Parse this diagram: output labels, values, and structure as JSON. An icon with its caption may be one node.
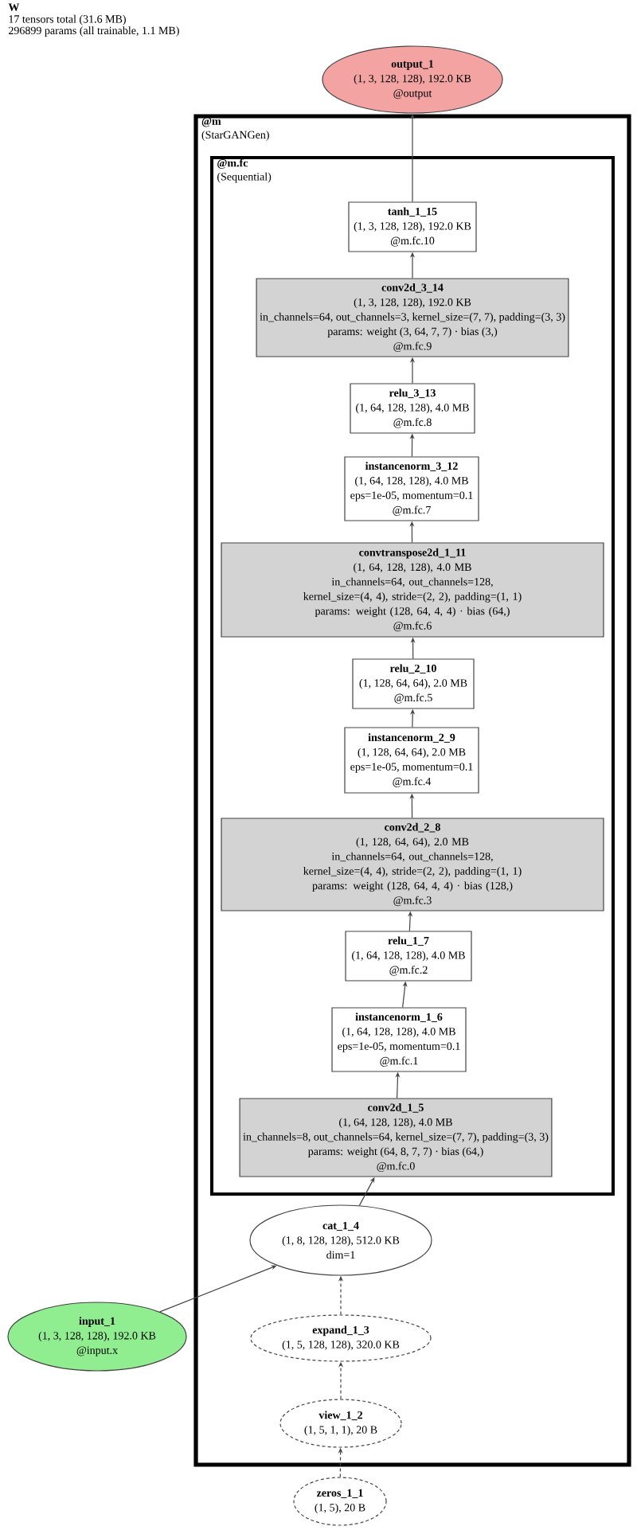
{
  "diagram": {
    "title": "W",
    "labels": [
      "17 tensors total (31.6 MB)",
      "296899 params (all trainable, 1.1 MB)"
    ],
    "nodes": [
      {
        "text": [
          "output_1",
          "(1, 3, 128, 128), 192.0 KB",
          "@output"
        ]
      },
      {
        "text": [
          "@m",
          "(StarGANGen)"
        ]
      },
      {
        "text": [
          "@m.fc",
          "(Sequential)"
        ],
        "in": 1
      },
      {
        "text": [
          "tanh_1_15",
          "(1, 3, 128, 128), 192.0 KB",
          "@m.fc.10"
        ],
        "in": 2
      },
      {
        "text": [
          "conv2d_3_14",
          "(1, 3, 128, 128), 192.0 KB",
          "in_channels=64, out_channels=3, kernel_size=(7, 7), padding=(3, 3)",
          "params: weight (3, 64, 7, 7) · bias (3,)",
          "@m.fc.9"
        ],
        "in": 2
      },
      {
        "text": [
          "relu_3_13",
          "(1, 64, 128, 128), 4.0 MB",
          "@m.fc.8"
        ],
        "in": 2
      },
      {
        "text": [
          "instancenorm_3_12",
          "(1, 64, 128, 128), 4.0 MB",
          "eps=1e-05, momentum=0.1",
          "@m.fc.7"
        ],
        "in": 2
      },
      {
        "text": [
          "convtranspose2d_1_11",
          "(1, 64, 128, 128), 4.0 MB",
          "in_channels=64, out_channels=128, kernel_size=(4, 4), stride=(2, 2), padding=(1, 1)",
          "params: weight (128, 64, 4, 4) · bias (64,)",
          "@m.fc.6"
        ],
        "in": 2
      },
      {
        "text": [
          "relu_2_10",
          "(1, 128, 64, 64), 2.0 MB",
          "@m.fc.5"
        ],
        "in": 2
      },
      {
        "text": [
          "instancenorm_2_9",
          "(1, 128, 64, 64), 2.0 MB",
          "eps=1e-05, momentum=0.1",
          "@m.fc.4"
        ],
        "in": 2
      },
      {
        "text": [
          "conv2d_2_8",
          "(1, 128, 64, 64), 2.0 MB",
          "in_channels=64, out_channels=128, kernel_size=(4, 4), stride=(2, 2), padding=(1, 1)",
          "params: weight (128, 64, 4, 4) · bias (128,)",
          "@m.fc.3"
        ],
        "in": 2
      },
      {
        "text": [
          "relu_1_7",
          "(1, 64, 128, 128), 4.0 MB",
          "@m.fc.2"
        ],
        "in": 2
      },
      {
        "text": [
          "instancenorm_1_6",
          "(1, 64, 128, 128), 4.0 MB",
          "eps=1e-05, momentum=0.1",
          "@m.fc.1"
        ],
        "in": 2
      },
      {
        "text": [
          "conv2d_1_5",
          "(1, 64, 128, 128), 4.0 MB",
          "in_channels=8, out_channels=64, kernel_size=(7, 7), padding=(3, 3)",
          "params: weight (64, 8, 7, 7) · bias (64,)",
          "@m.fc.0"
        ],
        "in": 2
      },
      {
        "text": [
          "cat_1_4",
          "(1, 8, 128, 128), 512.0 KB",
          "dim=1"
        ],
        "in": 1
      },
      {
        "text": [
          "input_1",
          "(1, 3, 128, 128), 192.0 KB",
          "@input.x"
        ]
      },
      {
        "text": [
          "expand_1_3",
          "(1, 5, 128, 128), 320.0 KB"
        ],
        "in": 1
      },
      {
        "text": [
          "view_1_2",
          "(1, 5, 1, 1), 20 B"
        ],
        "in": 1
      },
      {
        "text": [
          "zeros_1_1",
          "(1, 5), 20 B"
        ]
      }
    ],
    "edges": [
      {
        "from": 3,
        "to": 0,
        "arrow": "to"
      },
      {
        "from": 4,
        "to": 3,
        "arrow": "to"
      },
      {
        "from": 5,
        "to": 4,
        "arrow": "to"
      },
      {
        "from": 6,
        "to": 5,
        "arrow": "to"
      },
      {
        "from": 7,
        "to": 6,
        "arrow": "to"
      },
      {
        "from": 8,
        "to": 7,
        "arrow": "to"
      },
      {
        "from": 9,
        "to": 8,
        "arrow": "to"
      },
      {
        "from": 10,
        "to": 9,
        "arrow": "to"
      },
      {
        "from": 11,
        "to": 10,
        "arrow": "to"
      },
      {
        "from": 12,
        "to": 11,
        "arrow": "to"
      },
      {
        "from": 13,
        "to": 12,
        "arrow": "to"
      },
      {
        "from": 14,
        "to": 13,
        "arrow": "to"
      },
      {
        "from": 15,
        "to": 14,
        "arrow": "to"
      },
      {
        "from": 16,
        "to": 14,
        "arrow": "to",
        "style": "dashed"
      },
      {
        "from": 17,
        "to": 16,
        "arrow": "to",
        "style": "dashed"
      },
      {
        "from": 18,
        "to": 17,
        "arrow": "to",
        "style": "dashed"
      }
    ]
  }
}
